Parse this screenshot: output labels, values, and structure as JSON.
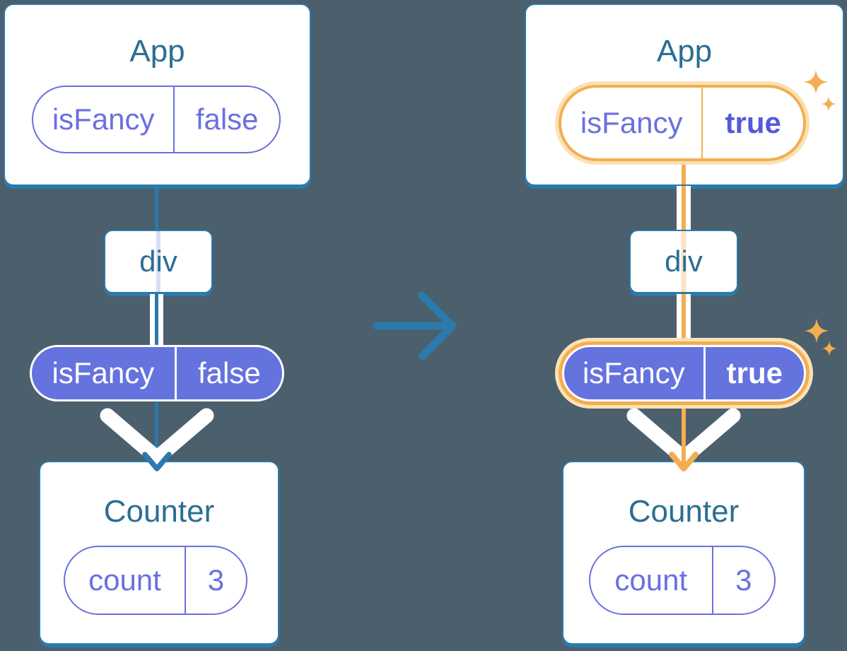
{
  "diagram": {
    "description_colors": {
      "background": "#4C5F6C",
      "node_border_blue": "#2B7AAB",
      "node_title_blue": "#2B6E93",
      "state_purple": "#6B70DF",
      "prop_pill_fill": "#6573DE",
      "highlight_orange": "#F2AE52",
      "highlight_glow": "#FBE1B4"
    },
    "icons": {
      "transition": "arrow-right-icon",
      "pass_down": "arrow-down-icon",
      "highlight": "sparkle-icon"
    }
  },
  "before": {
    "app": {
      "title": "App",
      "pill": {
        "key": "isFancy",
        "value": "false"
      }
    },
    "div": {
      "label": "div"
    },
    "prop": {
      "key": "isFancy",
      "value": "false"
    },
    "counter": {
      "title": "Counter",
      "pill": {
        "key": "count",
        "value": "3"
      }
    }
  },
  "after": {
    "app": {
      "title": "App",
      "pill": {
        "key": "isFancy",
        "value": "true"
      }
    },
    "div": {
      "label": "div"
    },
    "prop": {
      "key": "isFancy",
      "value": "true"
    },
    "counter": {
      "title": "Counter",
      "pill": {
        "key": "count",
        "value": "3"
      }
    }
  }
}
